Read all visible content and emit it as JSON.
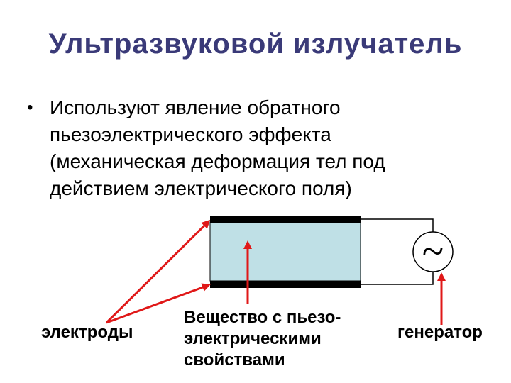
{
  "slide": {
    "title": "Ультразвуковой излучатель",
    "bullet": {
      "mark": "•",
      "lines": [
        "Используют явление обратного",
        "пьезоэлектрического эффекта",
        "(механическая деформация тел под",
        "действием электрического поля)"
      ]
    }
  },
  "diagram": {
    "generator_symbol": "~",
    "labels": {
      "electrodes": "электроды",
      "substance": [
        "Вещество с пьезо-",
        "электрическими",
        "свойствами"
      ],
      "generator": "генератор"
    },
    "colors": {
      "crystal_fill": "#bfe0e6",
      "electrode": "#000000",
      "arrow": "#e01818",
      "title": "#3a3a78"
    }
  }
}
